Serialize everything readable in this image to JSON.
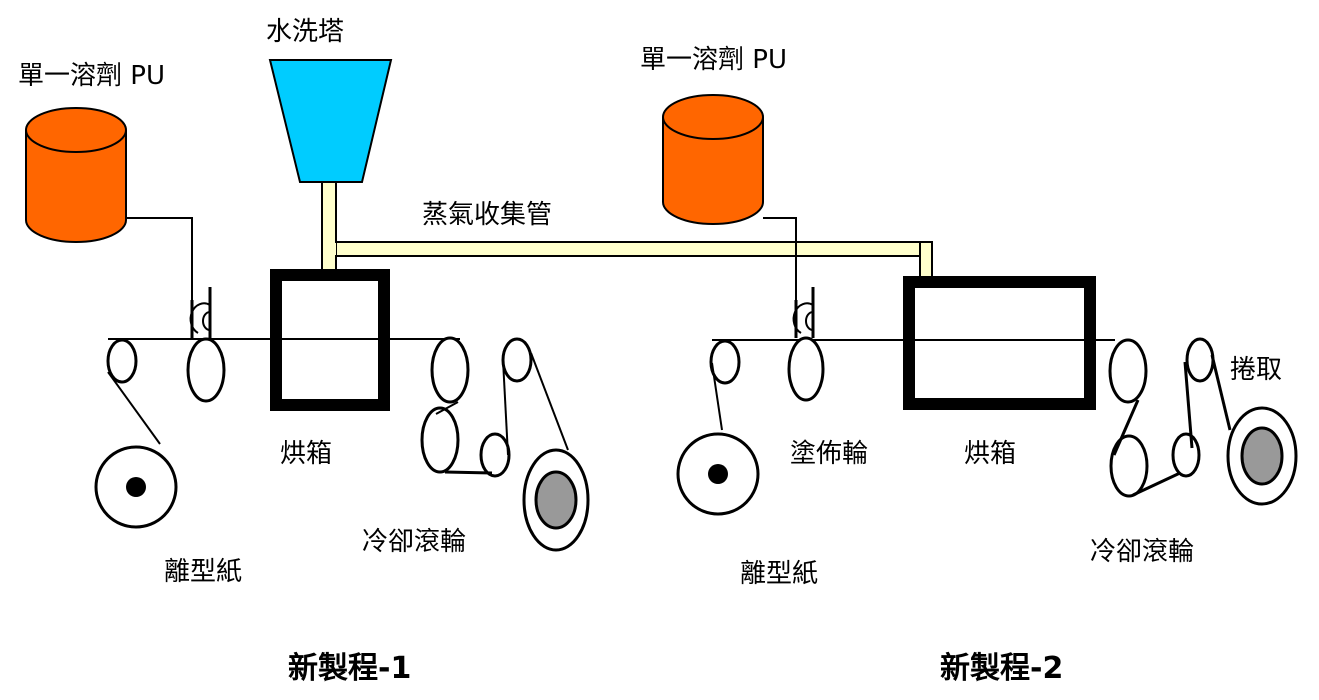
{
  "diagram": {
    "title": "PU coating process flow (two new processes sharing a vapor collection line)",
    "colors": {
      "tank_fill": "#ff6600",
      "scrubber_fill": "#00ccff",
      "pipe_fill": "#ffffcc",
      "core_fill": "#999999",
      "line": "#000000"
    },
    "labels": {
      "tank1": "單一溶劑 PU",
      "tank2": "單一溶劑 PU",
      "scrubber": "水洗塔",
      "vapor_pipe": "蒸氣收集管",
      "oven1": "烘箱",
      "oven2": "烘箱",
      "release_paper1": "離型紙",
      "release_paper2": "離型紙",
      "coating_roller": "塗佈輪",
      "cooling_rollers1": "冷卻滾輪",
      "cooling_rollers2": "冷卻滾輪",
      "winding": "捲取",
      "process1": "新製程-1",
      "process2": "新製程-2"
    },
    "connections": [
      {
        "from": "水洗塔",
        "to": "蒸氣收集管"
      },
      {
        "from": "蒸氣收集管",
        "to": "烘箱 (新製程-1)"
      },
      {
        "from": "蒸氣收集管",
        "to": "烘箱 (新製程-2)"
      },
      {
        "from": "單一溶劑 PU (1)",
        "to": "塗佈輪 (新製程-1)"
      },
      {
        "from": "單一溶劑 PU (2)",
        "to": "塗佈輪 (新製程-2)"
      }
    ]
  }
}
